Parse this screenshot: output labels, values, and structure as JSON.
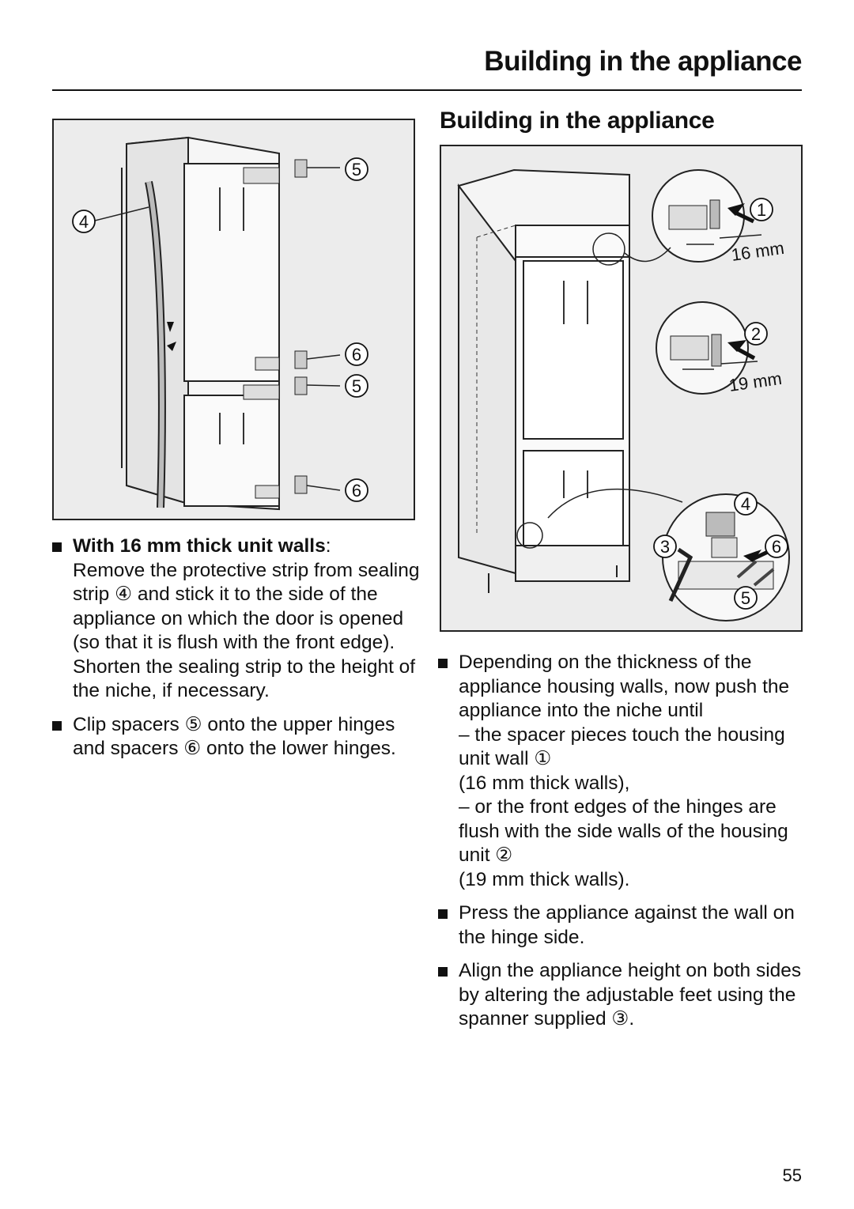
{
  "header": {
    "running_title": "Building in the appliance"
  },
  "section": {
    "title": "Building in the appliance"
  },
  "figure_left": {
    "callouts": [
      "5",
      "4",
      "6",
      "5",
      "6"
    ]
  },
  "figure_right": {
    "callouts": [
      "1",
      "2",
      "4",
      "3",
      "6",
      "5"
    ],
    "dimensions": [
      "16 mm",
      "19 mm"
    ]
  },
  "left_column": {
    "item1": {
      "lead": "With 16 mm thick unit walls",
      "colon": ":",
      "text1": "Remove the protective strip from sealing strip ④ and stick it to the side of the appliance on which the door is opened (so that it is flush with the front edge).",
      "text2": "Shorten the sealing strip to the height of the niche, if necessary."
    },
    "item2": {
      "text": "Clip spacers ⑤ onto the upper hinges and spacers ⑥ onto the lower hinges."
    }
  },
  "right_column": {
    "item1": {
      "text": "Depending on the thickness of the appliance housing walls, now push the appliance into the niche until",
      "sub1": "– the spacer pieces touch the housing unit wall ①",
      "sub1b": "(16 mm thick walls),",
      "sub2": "– or the front edges of the hinges are flush with the side walls of the housing unit ②",
      "sub2b": "(19 mm thick walls)."
    },
    "item2": {
      "text": "Press the appliance against the wall on the hinge side."
    },
    "item3": {
      "text": "Align the appliance height on both sides by altering the adjustable feet using the spanner supplied ③."
    }
  },
  "footer": {
    "page_number": "55"
  }
}
